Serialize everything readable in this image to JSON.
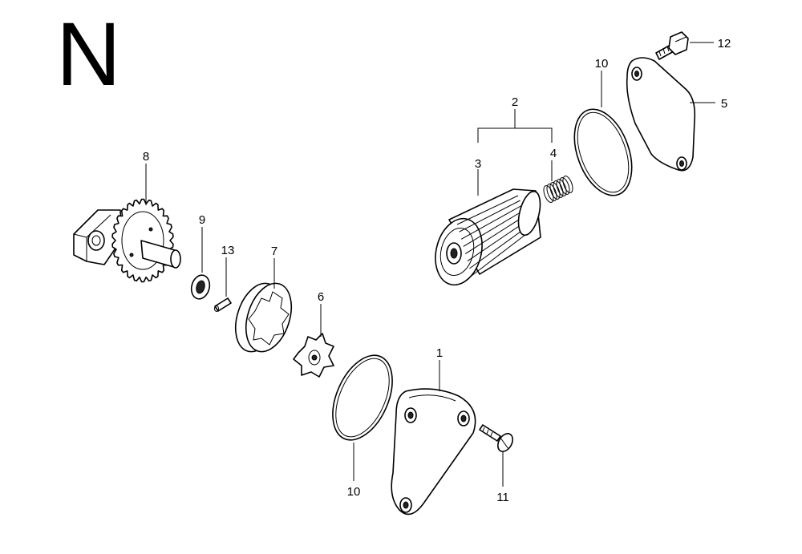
{
  "section_letter": "N",
  "callouts": {
    "p1": "1",
    "p2": "2",
    "p3": "3",
    "p4": "4",
    "p5": "5",
    "p6": "6",
    "p7": "7",
    "p8": "8",
    "p9": "9",
    "p10a": "10",
    "p10b": "10",
    "p11": "11",
    "p12": "12",
    "p13": "13"
  }
}
